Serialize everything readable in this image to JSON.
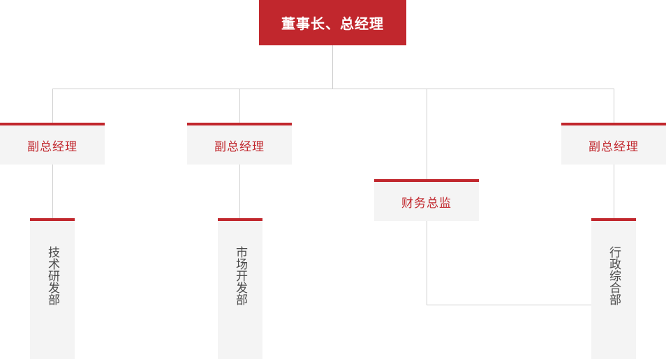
{
  "chart": {
    "title_node": {
      "label": "董事长、总经理",
      "style": "solid-red",
      "text_color": "#ffffff",
      "fill_color": "#c1272d"
    },
    "managers": [
      {
        "label": "副总经理"
      },
      {
        "label": "副总经理"
      },
      {
        "label": "财务总监"
      },
      {
        "label": "副总经理"
      }
    ],
    "departments": [
      {
        "label": "技术研发部"
      },
      {
        "label": "市场开发部"
      },
      {
        "label": "行政综合部"
      }
    ],
    "colors": {
      "accent_red": "#c1272d",
      "box_fill": "#f4f4f4",
      "connector": "#cfcfcf",
      "dept_text": "#4a4a4a"
    }
  }
}
